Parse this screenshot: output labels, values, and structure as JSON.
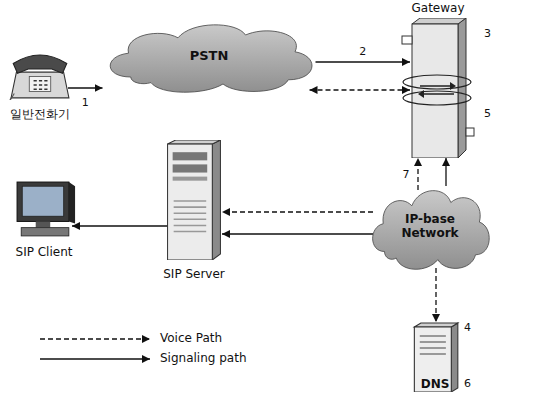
{
  "diagram": {
    "nodes": [
      {
        "text": [
          "일반전화기"
        ]
      },
      {
        "text": [
          "PSTN"
        ]
      },
      {
        "text": [
          "Gateway"
        ]
      },
      {
        "text": [
          "SIP Client"
        ]
      },
      {
        "text": [
          "SIP Server"
        ]
      },
      {
        "text": [
          "IP-base Network"
        ]
      },
      {
        "text": [
          "DNS"
        ]
      }
    ],
    "edges": [
      {
        "from": 0,
        "to": 1,
        "arrow": "to",
        "label": "1"
      },
      {
        "from": 1,
        "to": 2,
        "arrow": "to",
        "label": "2"
      },
      {
        "from": 1,
        "to": 2,
        "arrow": "both"
      },
      {
        "from": 5,
        "to": 2,
        "arrow": "to",
        "label": "7"
      },
      {
        "from": 5,
        "to": 2,
        "arrow": "to"
      },
      {
        "from": 5,
        "to": 4,
        "arrow": "to"
      },
      {
        "from": 5,
        "to": 4,
        "arrow": "to"
      },
      {
        "from": 4,
        "to": 3,
        "arrow": "to"
      },
      {
        "from": 5,
        "to": 6,
        "arrow": "to"
      }
    ],
    "labels": [
      "3",
      "4",
      "5",
      "6"
    ],
    "legend": [
      {
        "text": "Voice Path"
      },
      {
        "text": "Signaling path"
      }
    ]
  }
}
